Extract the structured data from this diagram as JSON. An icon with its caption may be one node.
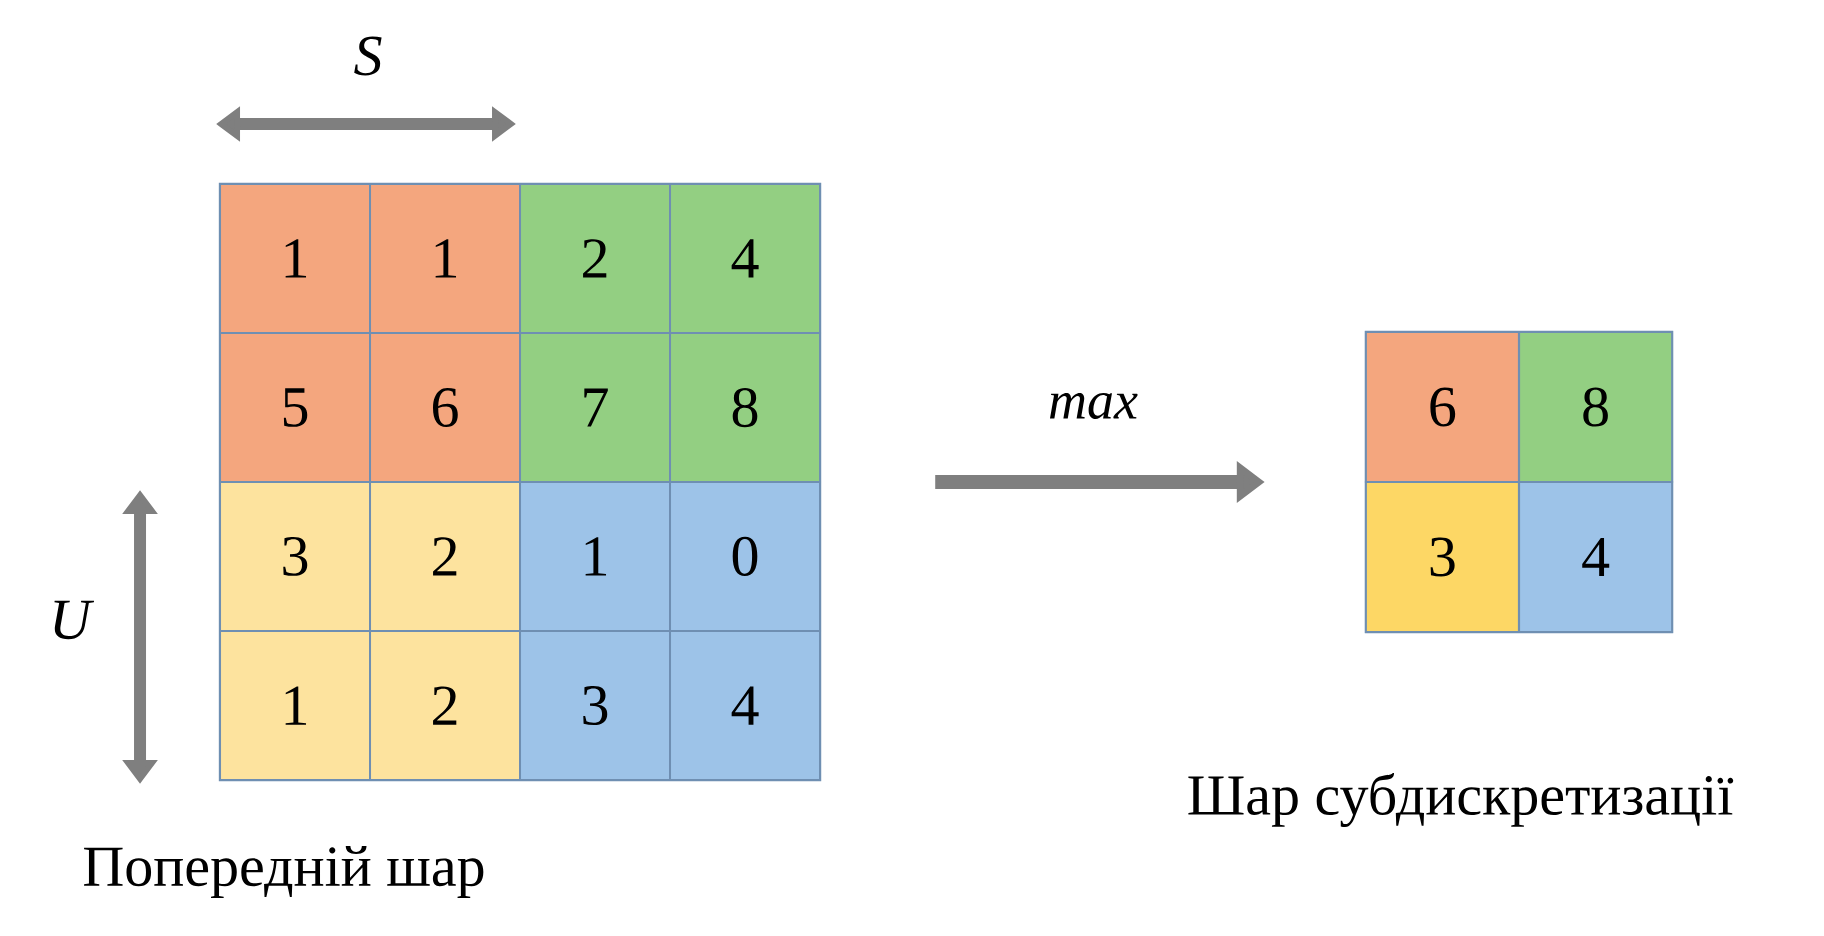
{
  "diagram": {
    "nodes": [
      {
        "text": [
          "Попередній шар"
        ]
      },
      {
        "text": [
          "1"
        ],
        "in": 0
      },
      {
        "text": [
          "1"
        ],
        "in": 0
      },
      {
        "text": [
          "2"
        ],
        "in": 0
      },
      {
        "text": [
          "4"
        ],
        "in": 0
      },
      {
        "text": [
          "5"
        ],
        "in": 0
      },
      {
        "text": [
          "6"
        ],
        "in": 0
      },
      {
        "text": [
          "7"
        ],
        "in": 0
      },
      {
        "text": [
          "8"
        ],
        "in": 0
      },
      {
        "text": [
          "3"
        ],
        "in": 0
      },
      {
        "text": [
          "2"
        ],
        "in": 0
      },
      {
        "text": [
          "1"
        ],
        "in": 0
      },
      {
        "text": [
          "0"
        ],
        "in": 0
      },
      {
        "text": [
          "1"
        ],
        "in": 0
      },
      {
        "text": [
          "2"
        ],
        "in": 0
      },
      {
        "text": [
          "3"
        ],
        "in": 0
      },
      {
        "text": [
          "4"
        ],
        "in": 0
      },
      {
        "text": [
          "Шар субдискретизації"
        ]
      },
      {
        "text": [
          "6"
        ],
        "in": 17
      },
      {
        "text": [
          "8"
        ],
        "in": 17
      },
      {
        "text": [
          "3"
        ],
        "in": 17
      },
      {
        "text": [
          "4"
        ],
        "in": 17
      }
    ],
    "edges": [
      {
        "from": 0,
        "to": 17,
        "arrow": "to",
        "label": "max"
      }
    ],
    "labels": [
      "S",
      "U"
    ]
  }
}
